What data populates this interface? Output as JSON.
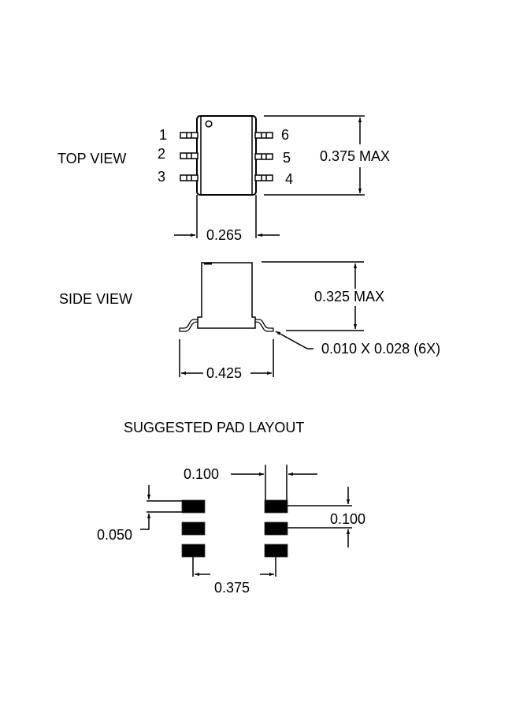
{
  "top_view": {
    "title": "TOP VIEW",
    "pins_left": [
      "1",
      "2",
      "3"
    ],
    "pins_right": [
      "6",
      "5",
      "4"
    ],
    "height_dim": "0.375 MAX",
    "width_dim": "0.265"
  },
  "side_view": {
    "title": "SIDE VIEW",
    "height_dim": "0.325 MAX",
    "lead_note": "0.010 X 0.028 (6X)",
    "width_dim": "0.425"
  },
  "pad_layout": {
    "title": "SUGGESTED PAD LAYOUT",
    "pad_width_dim": "0.100",
    "pitch_dim": "0.100",
    "gap_dim": "0.050",
    "span_dim": "0.375"
  },
  "colors": {
    "ink": "#000000",
    "background": "#ffffff"
  }
}
